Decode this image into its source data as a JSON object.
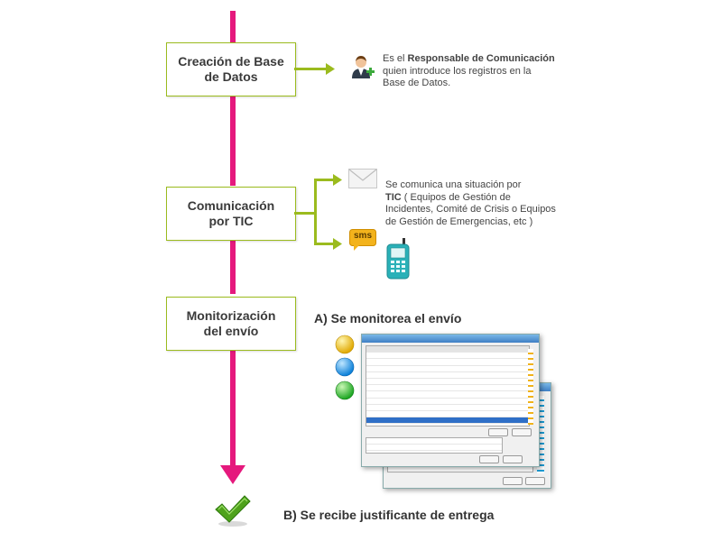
{
  "steps": [
    {
      "line1": "Creación de Base",
      "line2": "de Datos"
    },
    {
      "line1": "Comunicación",
      "line2": "por TIC"
    },
    {
      "line1": "Monitorización",
      "line2": "del envío"
    }
  ],
  "step1_desc": {
    "prefix": "Es el ",
    "bold": "Responsable de Comunicación",
    "rest1": "quien introduce los registros en la",
    "rest2": "Base de Datos."
  },
  "step2_desc": {
    "line1": "Se comunica una situación por",
    "bold": "TIC",
    "line2": " ( Equipos de Gestión de",
    "line3": "Incidentes, Comité de Crisis o Equipos",
    "line4": "de Gestión de Emergencias, etc )"
  },
  "sms_label": "sms",
  "monitor_heading": "A) Se monitorea el envío",
  "delivery_heading": "B) Se recibe justificante de entrega",
  "colors": {
    "accent_line": "#e5197d",
    "box_border": "#9bbb1e",
    "arrow": "#9bbb1e",
    "check": "#4fa21c"
  },
  "icons": [
    "user-add-icon",
    "envelope-icon",
    "sms-bubble-icon",
    "mobile-phone-icon",
    "status-dot-yellow-icon",
    "status-dot-blue-icon",
    "status-dot-green-icon",
    "checkmark-icon"
  ]
}
